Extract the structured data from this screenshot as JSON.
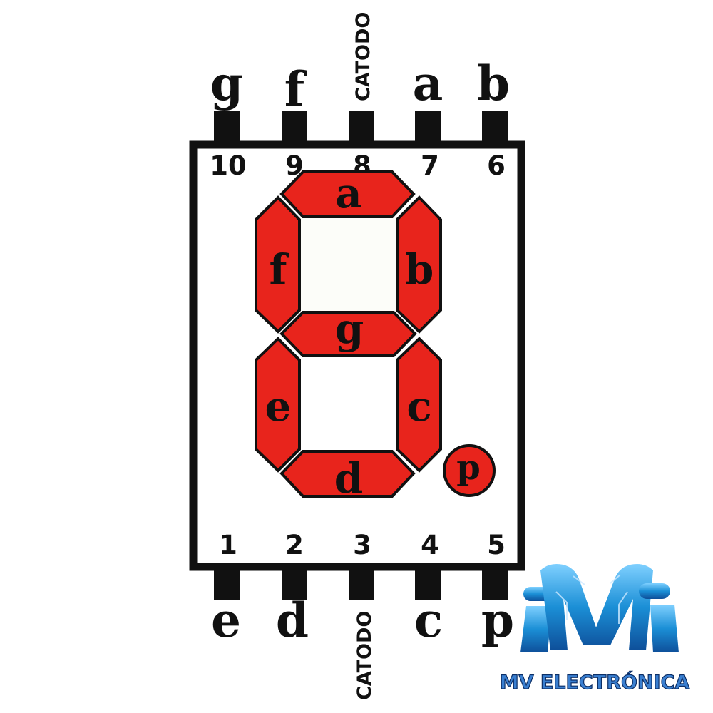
{
  "colors": {
    "segment_fill": "#e8241c",
    "outline": "#111111",
    "background": "#ffffff",
    "inner": "#fcfdf9",
    "logo_blue": "#1b8fd6",
    "logo_text": "#3a7fd0"
  },
  "top_pins": [
    {
      "label": "g",
      "number": "10"
    },
    {
      "label": "f",
      "number": "9"
    },
    {
      "label": "CATODO",
      "number": "8"
    },
    {
      "label": "a",
      "number": "7"
    },
    {
      "label": "b",
      "number": "6"
    }
  ],
  "bottom_pins": [
    {
      "label": "e",
      "number": "1"
    },
    {
      "label": "d",
      "number": "2"
    },
    {
      "label": "CATODO",
      "number": "3"
    },
    {
      "label": "c",
      "number": "4"
    },
    {
      "label": "p",
      "number": "5"
    }
  ],
  "segments": {
    "a": "a",
    "b": "b",
    "c": "c",
    "d": "d",
    "e": "e",
    "f": "f",
    "g": "g",
    "p": "p"
  },
  "logo": {
    "text": "MV ELECTRÓNICA"
  }
}
